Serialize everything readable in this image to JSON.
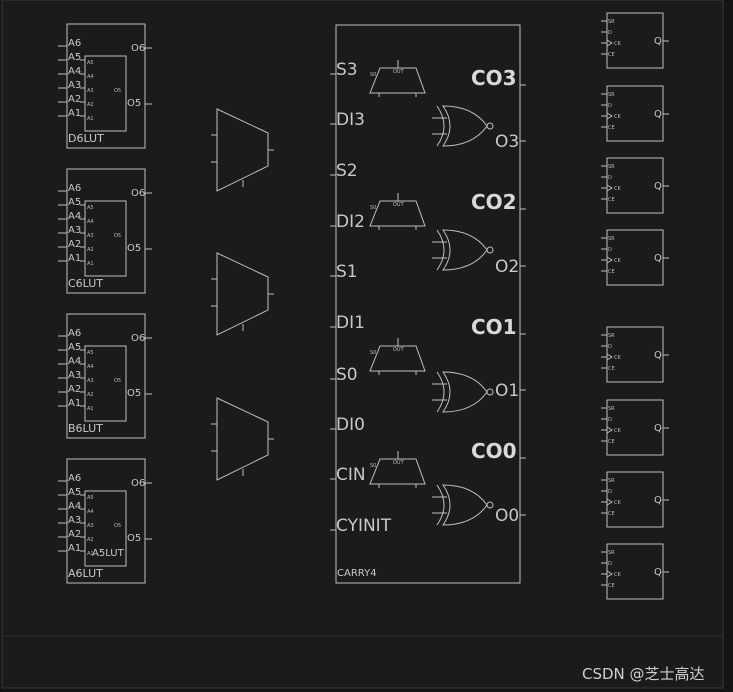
{
  "luts": [
    {
      "name": "D6LUT",
      "pins": [
        "A6",
        "A5",
        "A4",
        "A3",
        "A2",
        "A1"
      ],
      "outs": [
        "O6",
        "O5"
      ],
      "inner": [
        "A5",
        "A4",
        "A3",
        "A2",
        "A1"
      ],
      "inner_out": "O5",
      "extra": ""
    },
    {
      "name": "C6LUT",
      "pins": [
        "A6",
        "A5",
        "A4",
        "A3",
        "A2",
        "A1"
      ],
      "outs": [
        "O6",
        "O5"
      ],
      "inner": [
        "A5",
        "A4",
        "A3",
        "A2",
        "A1"
      ],
      "inner_out": "O5",
      "extra": ""
    },
    {
      "name": "B6LUT",
      "pins": [
        "A6",
        "A5",
        "A4",
        "A3",
        "A2",
        "A1"
      ],
      "outs": [
        "O6",
        "O5"
      ],
      "inner": [
        "A5",
        "A4",
        "A3",
        "A2",
        "A1"
      ],
      "inner_out": "O5",
      "extra": ""
    },
    {
      "name": "A6LUT",
      "pins": [
        "A6",
        "A5",
        "A4",
        "A3",
        "A2",
        "A1"
      ],
      "outs": [
        "O6",
        "O5"
      ],
      "inner": [
        "A5",
        "A4",
        "A3",
        "A2",
        "A1"
      ],
      "inner_out": "O5",
      "extra": "A5LUT"
    }
  ],
  "carry": {
    "label": "CARRY4",
    "left_pins": [
      "S3",
      "DI3",
      "S2",
      "DI2",
      "S1",
      "DI1",
      "S0",
      "DI0",
      "CIN",
      "CYINIT"
    ],
    "co": [
      "CO3",
      "CO2",
      "CO1",
      "CO0"
    ],
    "o": [
      "O3",
      "O2",
      "O1",
      "O0"
    ],
    "mux_small_labels": {
      "s": "S0",
      "out": "OUT"
    }
  },
  "ff_labels": {
    "sr": "SR",
    "d": "D",
    "ck": "CK",
    "ce": "CE",
    "q": "Q"
  },
  "watermark": "CSDN @芝士高达",
  "colors": {
    "bg": "#141414",
    "line": "#bfbfbf",
    "text": "#c8c8c8"
  }
}
